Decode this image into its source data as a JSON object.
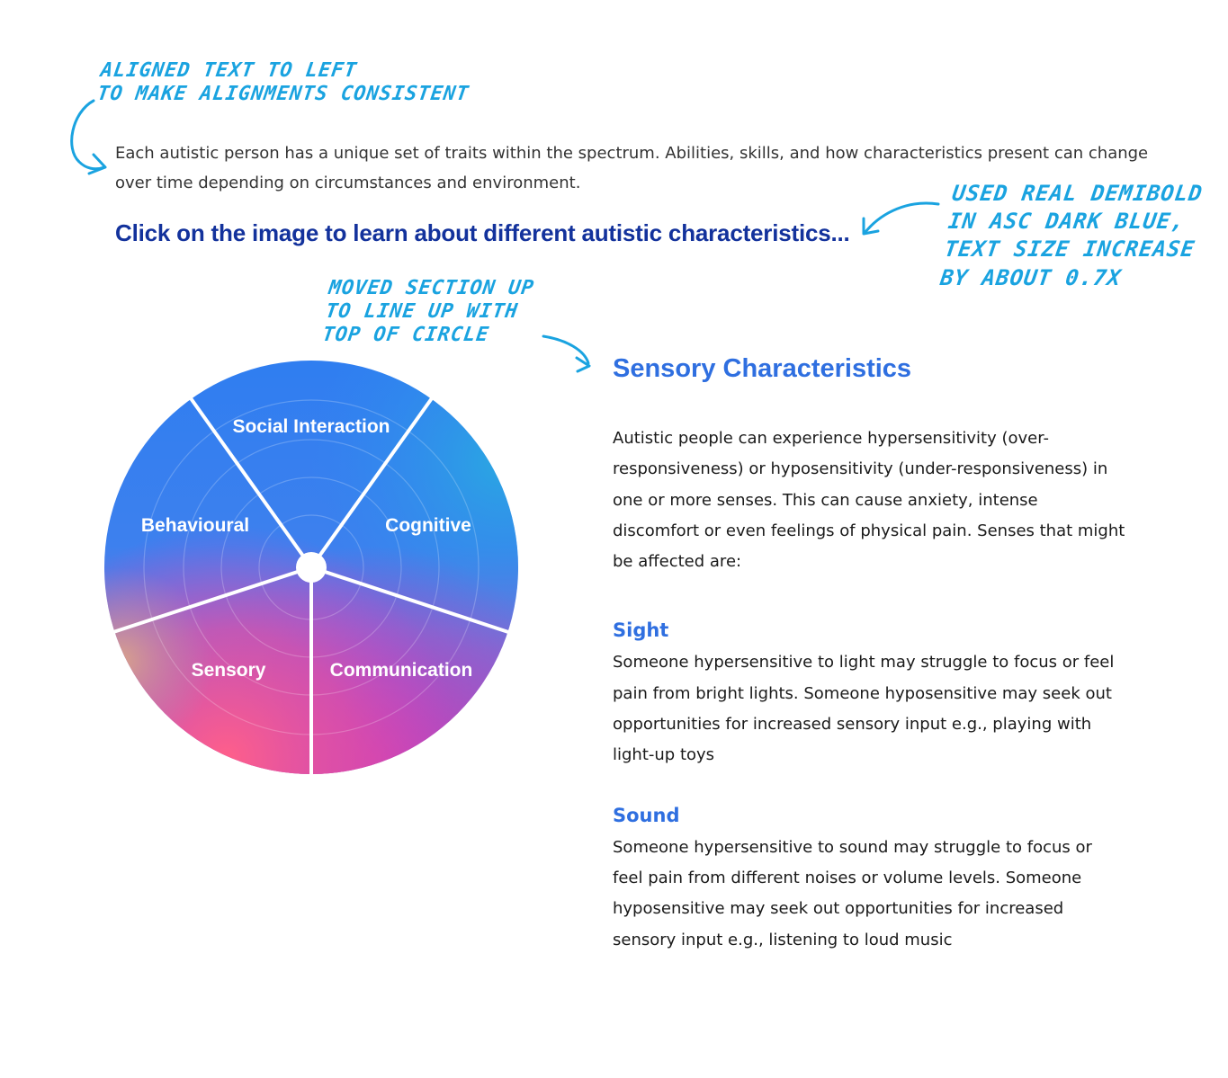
{
  "annotations": {
    "align_note": "Aligned text to left\nto make alignments consistent",
    "cta_note": "Used real demibold\nin ASC dark blue,\ntext size increase\nby about 0.7x",
    "section_note": "Moved section up\nto line up with\ntop of circle"
  },
  "intro_text": "Each autistic person has a unique set of traits within the spectrum. Abilities, skills, and how characteristics present can change over time depending on circumstances and environment.",
  "cta_text": "Click on the image to learn about different autistic characteristics...",
  "wheel": {
    "segments": [
      {
        "label": "Social Interaction"
      },
      {
        "label": "Cognitive"
      },
      {
        "label": "Communication"
      },
      {
        "label": "Sensory"
      },
      {
        "label": "Behavioural"
      }
    ]
  },
  "detail": {
    "title": "Sensory Characteristics",
    "intro": "Autistic people can experience hypersensitivity (over-responsiveness) or hyposensitivity (under-responsiveness) in one or more senses. This can cause anxiety, intense discomfort or even feelings of physical pain. Senses that might be affected are:",
    "sections": [
      {
        "heading": "Sight",
        "body": "Someone hypersensitive to light may struggle to focus or feel pain from bright lights. Someone hyposensitive may seek out opportunities for increased sensory input e.g., playing with light-up toys"
      },
      {
        "heading": "Sound",
        "body": "Someone hypersensitive to sound may struggle to focus or feel pain from different noises or volume levels. Someone hyposensitive may seek out opportunities for increased sensory input e.g., listening to loud music"
      }
    ]
  },
  "colors": {
    "annotation": "#1aa3e0",
    "cta_blue": "#13329c",
    "heading_blue": "#2f6fe0"
  }
}
